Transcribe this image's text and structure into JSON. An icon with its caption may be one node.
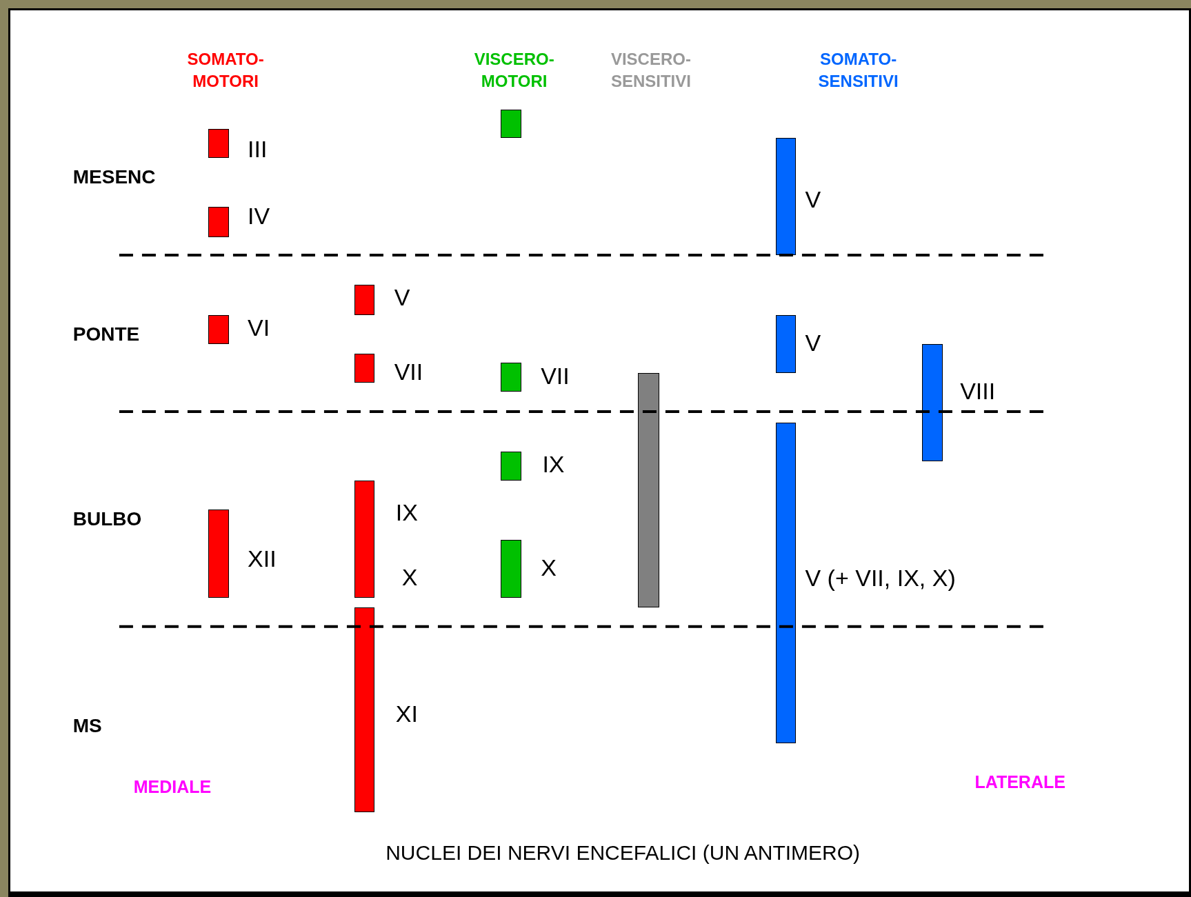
{
  "diagram": {
    "caption": "NUCLEI DEI NERVI ENCEFALICI (UN ANTIMERO)",
    "nodes": [
      {
        "text": [],
        "shape": "bar",
        "beside": [
          "III"
        ]
      },
      {
        "text": [],
        "shape": "bar",
        "beside": [
          "IV"
        ]
      },
      {
        "text": [],
        "shape": "bar",
        "beside": [
          "VI"
        ]
      },
      {
        "text": [],
        "shape": "bar",
        "beside": [
          "XII"
        ]
      },
      {
        "text": [],
        "shape": "bar",
        "beside": [
          "V"
        ]
      },
      {
        "text": [],
        "shape": "bar",
        "beside": [
          "VII"
        ]
      },
      {
        "text": [],
        "shape": "bar",
        "beside": [
          "IX",
          "X"
        ]
      },
      {
        "text": [],
        "shape": "bar",
        "beside": [
          "XI"
        ]
      },
      {
        "text": [],
        "shape": "bar"
      },
      {
        "text": [],
        "shape": "bar",
        "beside": [
          "VII"
        ]
      },
      {
        "text": [],
        "shape": "bar",
        "beside": [
          "IX"
        ]
      },
      {
        "text": [],
        "shape": "bar",
        "beside": [
          "X"
        ]
      },
      {
        "text": [],
        "shape": "bar"
      },
      {
        "text": [],
        "shape": "bar",
        "beside": [
          "V"
        ]
      },
      {
        "text": [],
        "shape": "bar",
        "beside": [
          "V"
        ]
      },
      {
        "text": [],
        "shape": "bar",
        "beside": [
          "V (+ VII, IX, X)"
        ]
      },
      {
        "text": [],
        "shape": "bar",
        "beside": [
          "VIII"
        ]
      }
    ],
    "labels": [
      "SOMATO- MOTORI",
      "VISCERO- MOTORI",
      "VISCERO- SENSITIVI",
      "SOMATO- SENSITIVI",
      "MESENC",
      "PONTE",
      "BULBO",
      "MS",
      "MEDIALE",
      "LATERALE"
    ]
  }
}
